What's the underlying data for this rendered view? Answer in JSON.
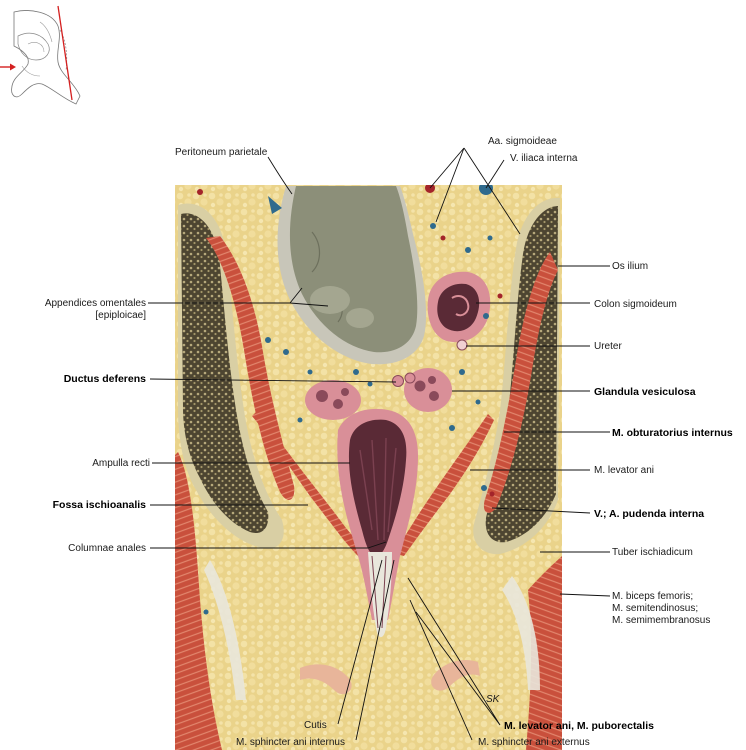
{
  "title": "",
  "colors": {
    "fat": "#ead38a",
    "fat_light": "#f3e2a6",
    "muscle": "#c9503c",
    "muscle_light": "#e2866d",
    "bone_dark": "#4d4531",
    "bone_cortex": "#d9cfa4",
    "colon_gray": "#8c8f79",
    "rectum_mucosa": "#5a2a36",
    "rectum_wall": "#d98f98",
    "vessel_blue": "#2f6a8d",
    "vessel_red": "#a3242a",
    "fascia": "#c8c6b9",
    "skin": "#e8b59a",
    "orientation_line": "#d42020"
  },
  "signature": "SK",
  "labels": {
    "peritoneum_parietale": "Peritoneum parietale",
    "aa_sigmoideae": "Aa. sigmoideae",
    "v_iliaca_interna": "V. iliaca interna",
    "os_ilium": "Os ilium",
    "appendices_omentales_1": "Appendices omentales",
    "appendices_omentales_2": "[epiploicae]",
    "colon_sigmoideum": "Colon sigmoideum",
    "ureter": "Ureter",
    "ductus_deferens": "Ductus deferens",
    "glandula_vesiculosa": "Glandula vesiculosa",
    "m_obturatorius_internus": "M. obturatorius internus",
    "ampulla_recti": "Ampulla recti",
    "m_levator_ani": "M. levator ani",
    "fossa_ischioanalis": "Fossa ischioanalis",
    "v_a_pudenda_interna": "V.; A. pudenda interna",
    "columnae_anales": "Columnae anales",
    "tuber_ischiadicum": "Tuber ischiadicum",
    "m_biceps_1": "M. biceps femoris;",
    "m_biceps_2": "M. semitendinosus;",
    "m_biceps_3": "M. semimembranosus",
    "cutis": "Cutis",
    "m_levator_puborectalis": "M. levator ani, M. puborectalis",
    "m_sphincter_internus": "M. sphincter ani internus",
    "m_sphincter_externus": "M. sphincter ani externus"
  }
}
